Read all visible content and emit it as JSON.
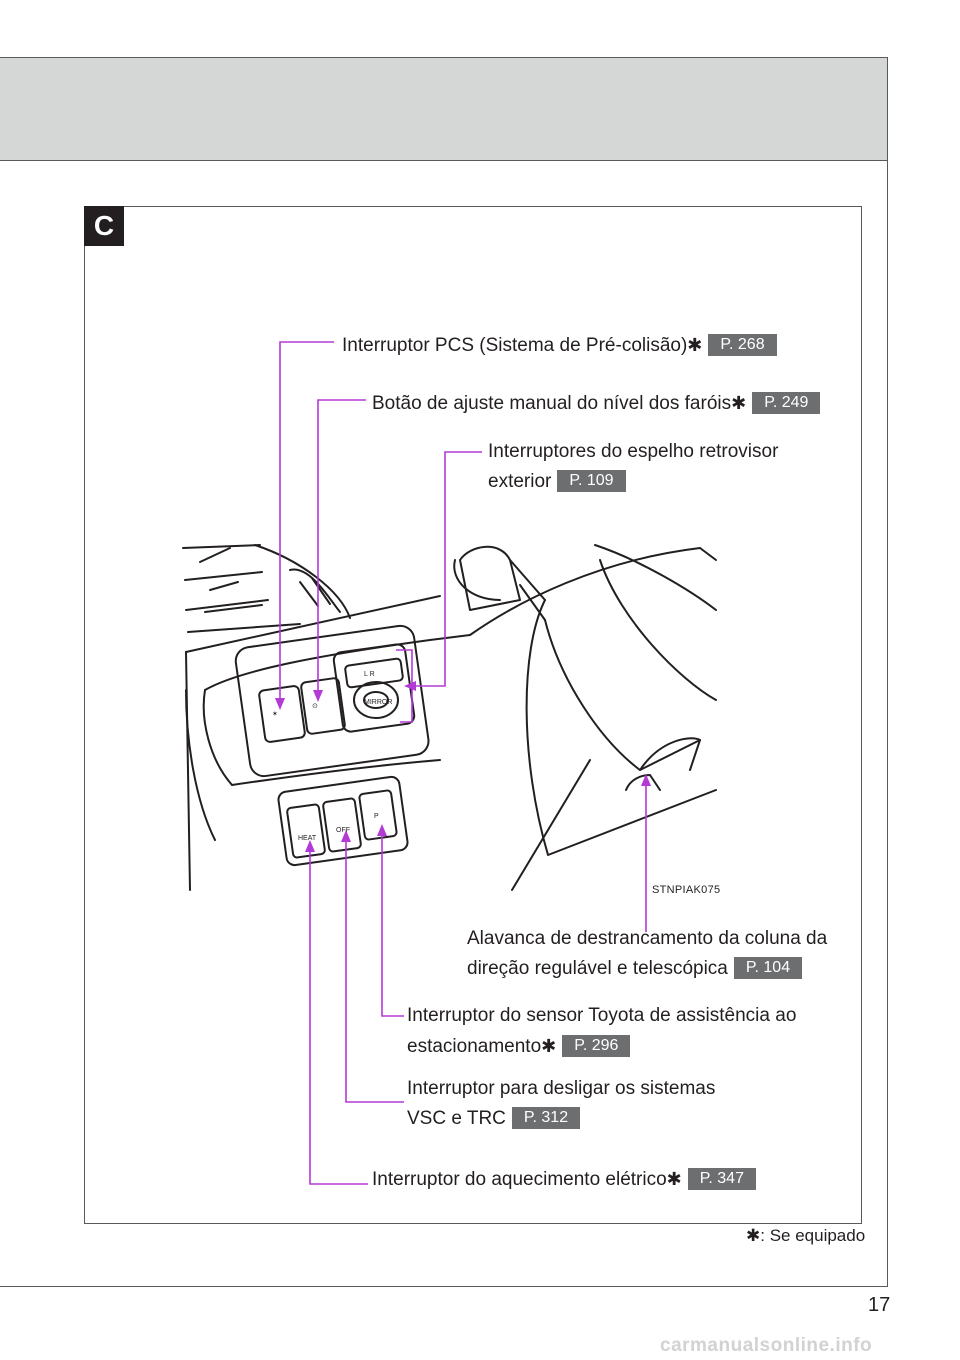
{
  "section": {
    "badge": "C"
  },
  "callouts": [
    {
      "id": "pcs",
      "text": "Interruptor PCS (Sistema de Pré-colisão)",
      "line2": "",
      "starred": true,
      "page_ref": "P. 268"
    },
    {
      "id": "headlight-level",
      "text": "Botão de ajuste manual do nível dos faróis",
      "line2": "",
      "starred": true,
      "page_ref": "P. 249"
    },
    {
      "id": "mirror",
      "text": "Interruptores do espelho retrovisor",
      "line2": "exterior",
      "starred": false,
      "page_ref": "P. 109"
    },
    {
      "id": "tilt-lever",
      "text": "Alavanca de destrancamento da coluna da",
      "line2": "direção regulável e telescópica",
      "starred": false,
      "page_ref": "P. 104"
    },
    {
      "id": "parking-sensor",
      "text": "Interruptor do sensor Toyota de assistência ao",
      "line2": "estacionamento",
      "starred": true,
      "page_ref": "P. 296"
    },
    {
      "id": "vsc-off",
      "text": "Interruptor para desligar os sistemas",
      "line2": "VSC e TRC",
      "starred": false,
      "page_ref": "P. 312"
    },
    {
      "id": "heater",
      "text": "Interruptor do aquecimento elétrico",
      "line2": "",
      "starred": true,
      "page_ref": "P. 347"
    }
  ],
  "star_glyph": "✱",
  "illustration_code": "STNPIAK075",
  "footnote": {
    "glyph": "✱",
    "text": ": Se equipado"
  },
  "page_number": "17",
  "watermark": "carmanualsonline.info",
  "colors": {
    "leader_line": "#b43ad6",
    "page_ref_bg": "#6d6e70",
    "header_band": "#d5d6d6"
  }
}
